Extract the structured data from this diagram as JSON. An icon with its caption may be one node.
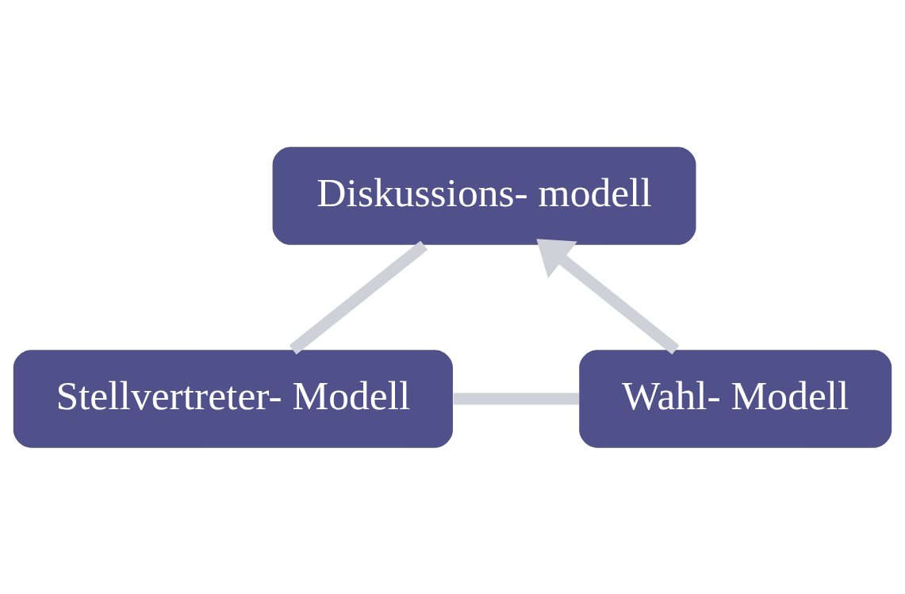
{
  "diagram": {
    "nodes": [
      {
        "text": [
          "Diskussions- modell"
        ]
      },
      {
        "text": [
          "Wahl- Modell"
        ]
      },
      {
        "text": [
          "Stellvertreter- Modell"
        ]
      }
    ],
    "edges": [
      {
        "from": 0,
        "to": 2,
        "arrow": "none"
      },
      {
        "from": 2,
        "to": 1,
        "arrow": "none"
      },
      {
        "from": 1,
        "to": 0,
        "arrow": "to"
      }
    ]
  }
}
